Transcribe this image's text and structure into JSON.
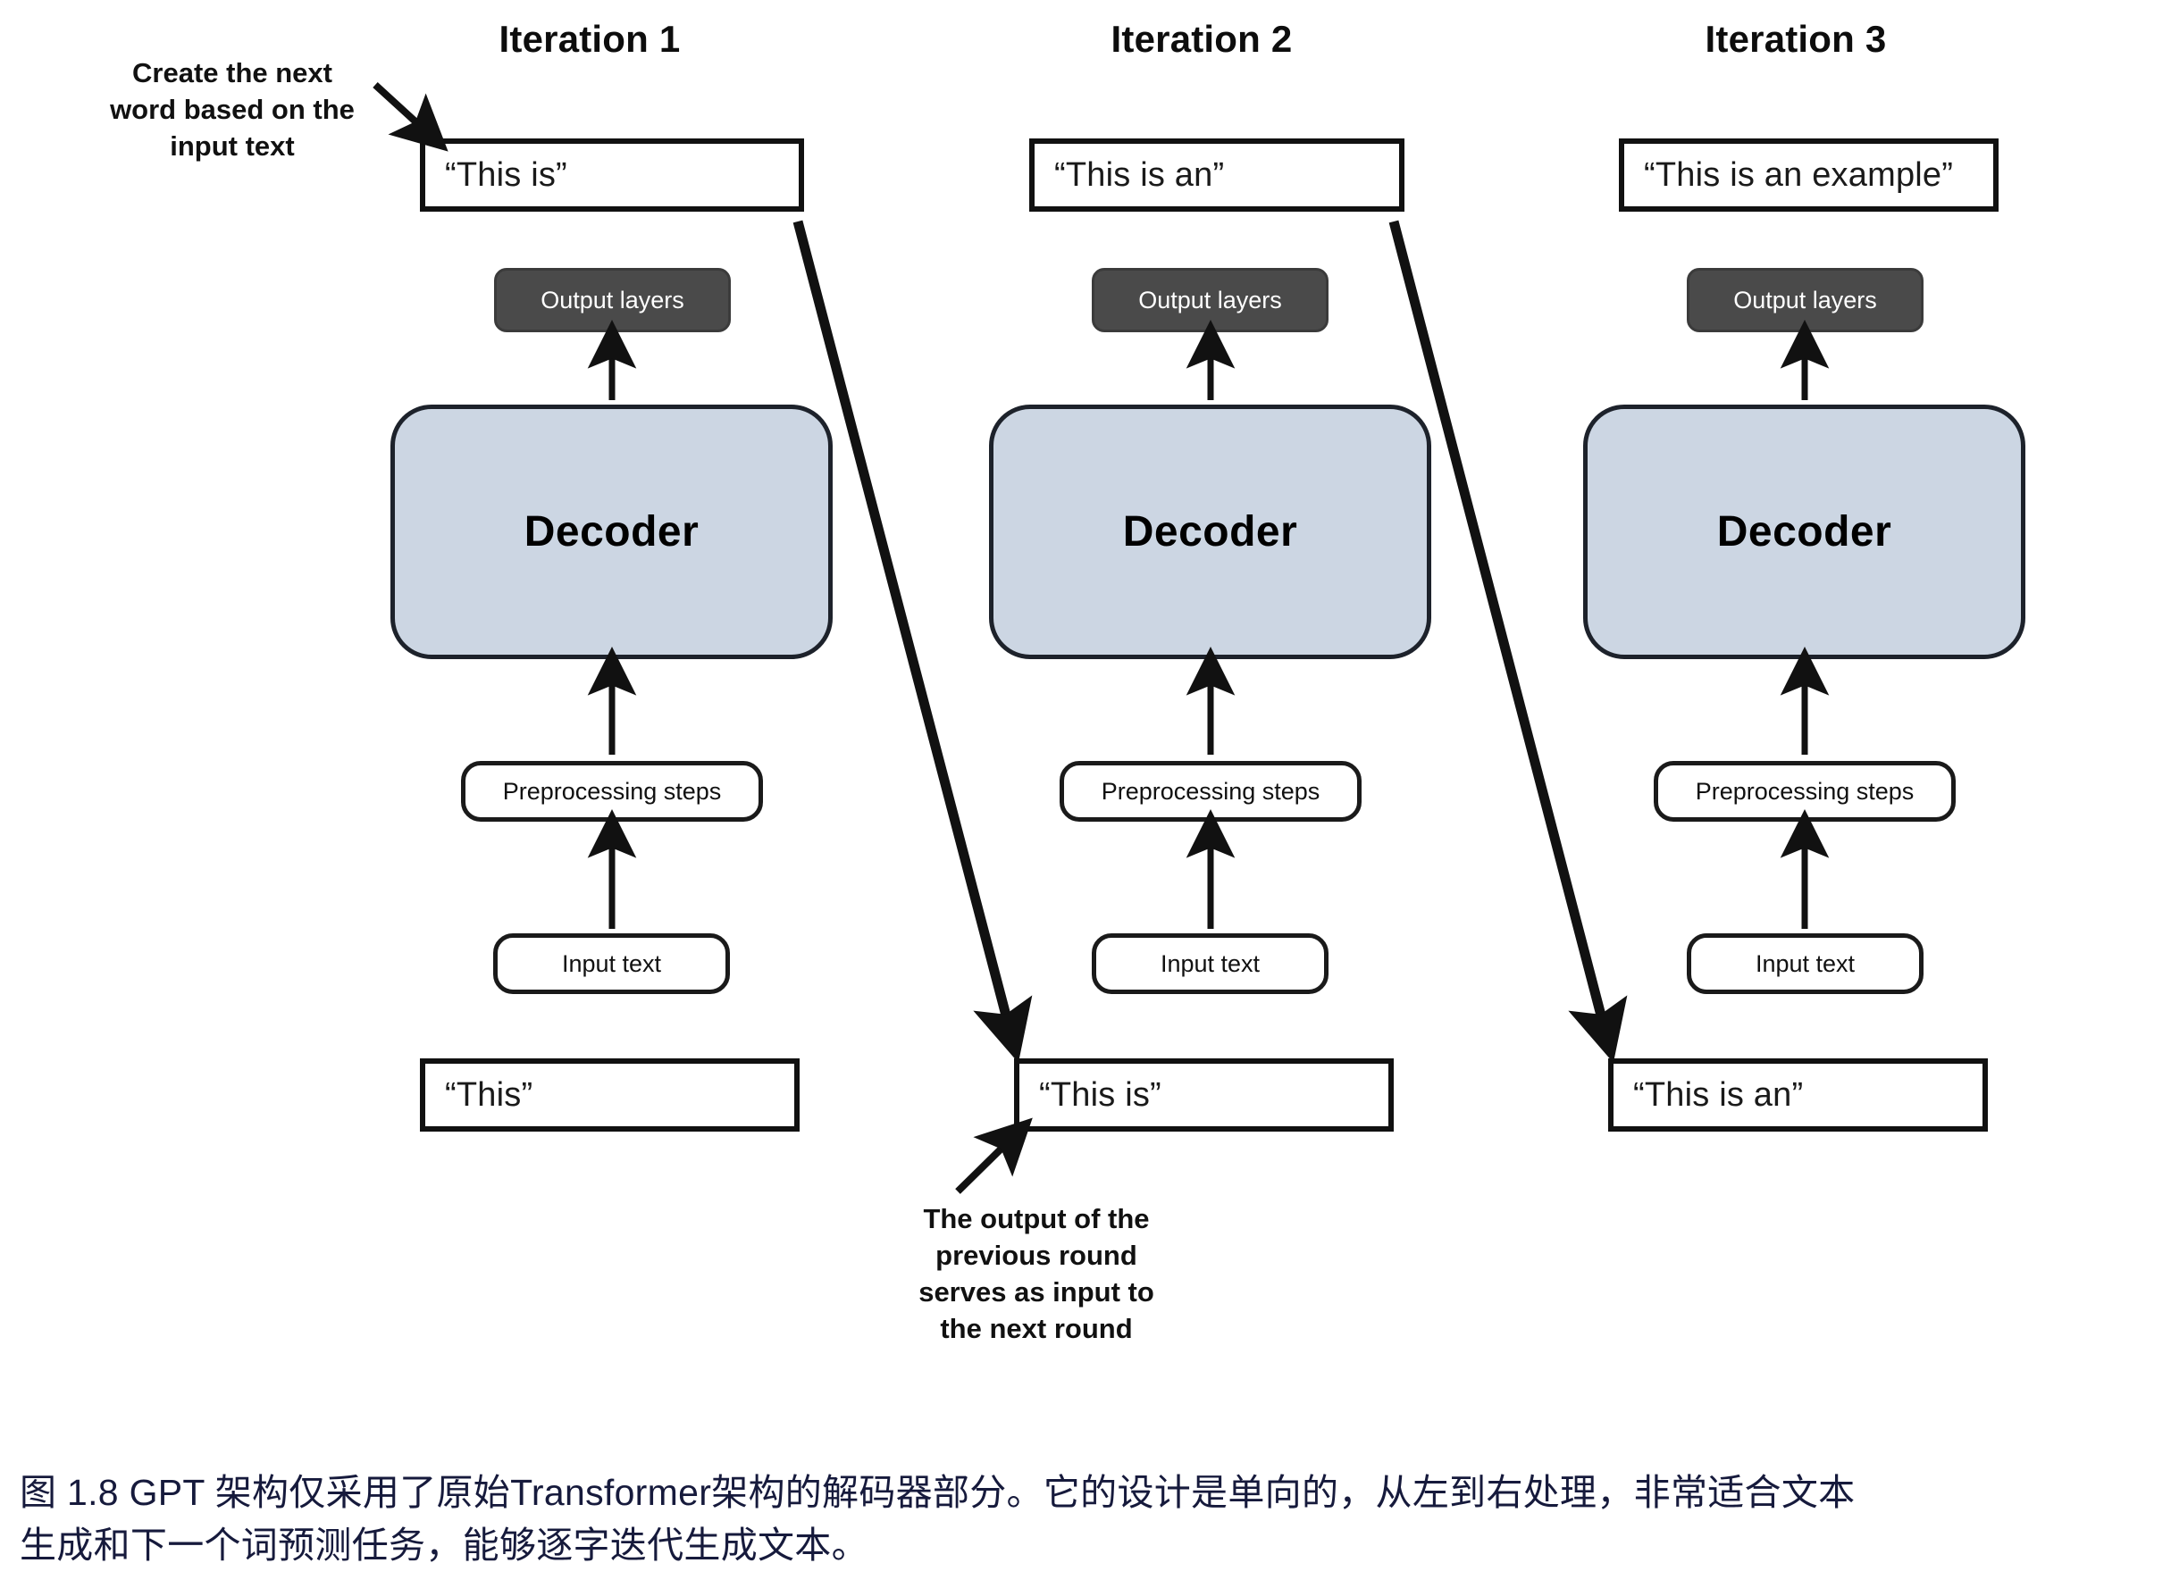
{
  "figure": {
    "columns": [
      {
        "title": "Iteration 1",
        "output_text": "“This is”",
        "output_layers_label": "Output layers",
        "decoder_label": "Decoder",
        "preprocessing_label": "Preprocessing steps",
        "input_label": "Input text",
        "input_text": "“This”"
      },
      {
        "title": "Iteration 2",
        "output_text": "“This is an”",
        "output_layers_label": "Output layers",
        "decoder_label": "Decoder",
        "preprocessing_label": "Preprocessing steps",
        "input_label": "Input text",
        "input_text": "“This is”"
      },
      {
        "title": "Iteration 3",
        "output_text": "“This is an example”",
        "output_layers_label": "Output layers",
        "decoder_label": "Decoder",
        "preprocessing_label": "Preprocessing steps",
        "input_label": "Input text",
        "input_text": "“This is an”"
      }
    ],
    "annotations": {
      "top_left": [
        "Create the next",
        "word based on the",
        "input text"
      ],
      "bottom_center": [
        "The output of the",
        "previous round",
        "serves as input to",
        "the next round"
      ]
    },
    "caption": {
      "line1": "图 1.8  GPT 架构仅采用了原始Transformer架构的解码器部分。它的设计是单向的，从左到右处理，非常适合文本",
      "line2": "生成和下一个词预测任务，能够逐字迭代生成文本。"
    },
    "colors": {
      "decoder_fill": "#ccd6e3",
      "output_layers_fill": "#4a4a4a",
      "stroke": "#111111",
      "caption_color": "#161a3c"
    }
  }
}
